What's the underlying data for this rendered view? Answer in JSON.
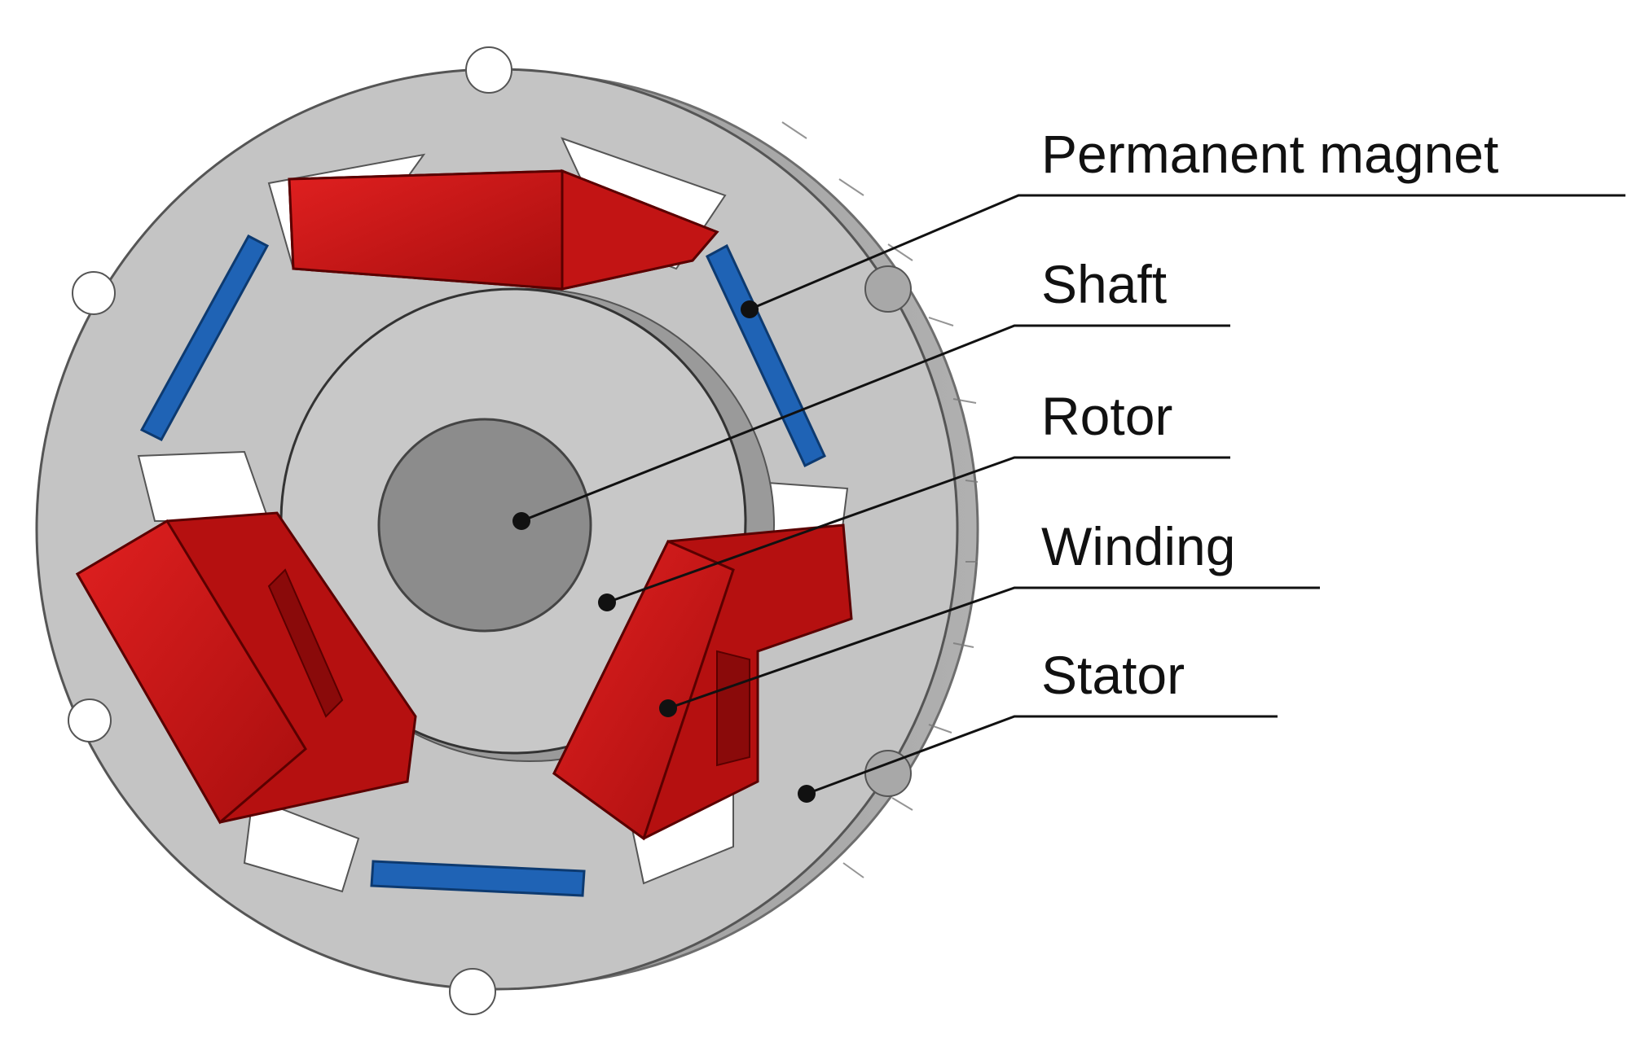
{
  "labels": {
    "permanent_magnet": "Permanent magnet",
    "shaft": "Shaft",
    "rotor": "Rotor",
    "winding": "Winding",
    "stator": "Stator"
  },
  "colors": {
    "background": "#ffffff",
    "stator": "#c4c4c4",
    "stator_side": "#9a9a9a",
    "rotor": "#c8c8c8",
    "shaft": "#8c8c8c",
    "winding": "#cc1414",
    "magnet": "#1f63b5",
    "leader": "#111111"
  }
}
